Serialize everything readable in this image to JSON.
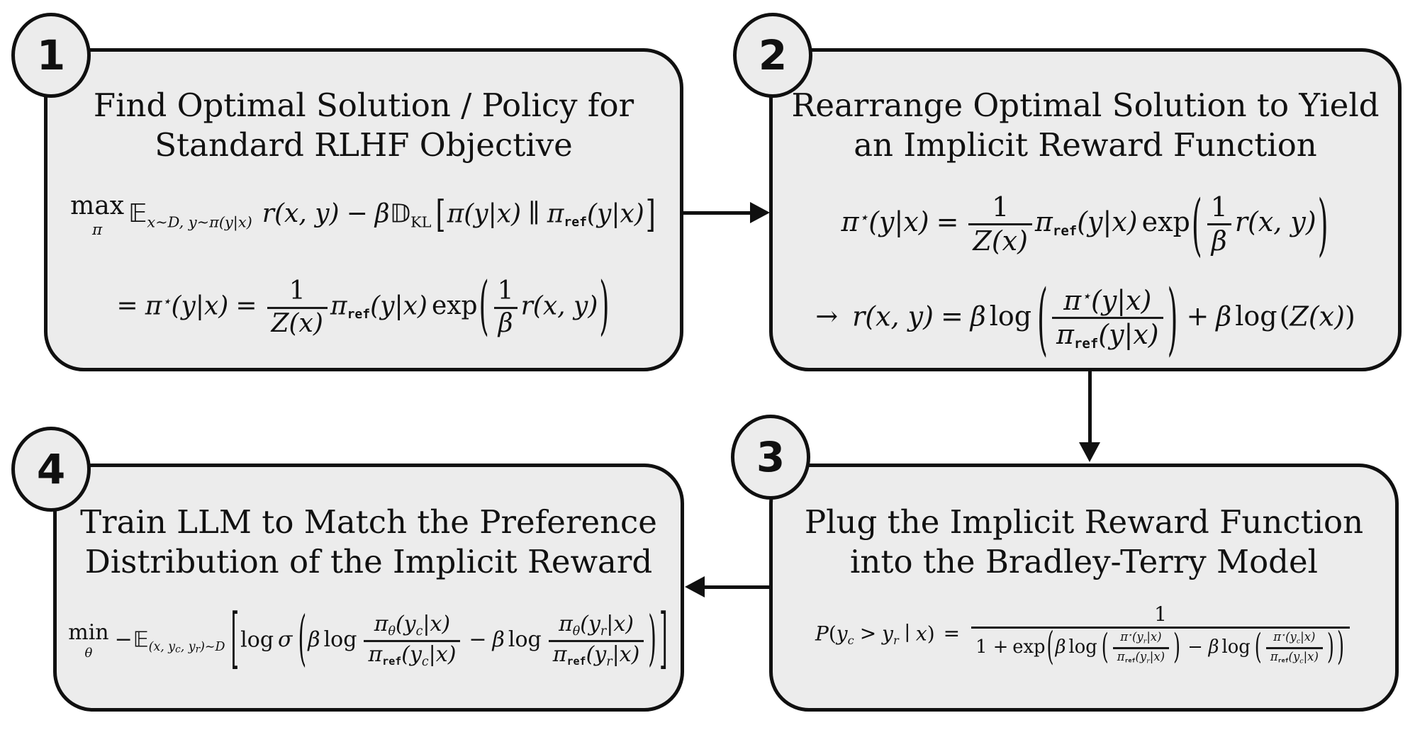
{
  "diagram": {
    "background": "#ffffff",
    "box_fill": "#ececec",
    "stroke": "#101010",
    "flow": [
      {
        "from": "1",
        "to": "2"
      },
      {
        "from": "2",
        "to": "3"
      },
      {
        "from": "3",
        "to": "4"
      }
    ]
  },
  "boxes": [
    {
      "number": "1",
      "title1": "Find Optimal Solution / Policy for",
      "title2": "Standard RLHF Objective"
    },
    {
      "number": "2",
      "title1": "Rearrange Optimal Solution to Yield",
      "title2": "an Implicit Reward Function"
    },
    {
      "number": "3",
      "title1": "Plug the Implicit Reward Function",
      "title2": "into the Bradley-Terry Model"
    },
    {
      "number": "4",
      "title1": "Train LLM to Match the Preference",
      "title2": "Distribution of the Implicit Reward"
    }
  ],
  "formulas": {
    "box1_objective": "max_π 𝔼_{x∼D, y∼π(y|x)} r(x, y) − β𝔻_KL[π(y|x) ∥ π_ref(y|x)]",
    "box1_solution": "= π⋆(y|x) = (1/Z(x)) π_ref(y|x) exp((1/β) r(x, y))",
    "box2_solution": "π⋆(y|x) = (1/Z(x)) π_ref(y|x) exp((1/β) r(x, y))",
    "box2_implicit_reward": "→ r(x, y) = β log(π⋆(y|x) / π_ref(y|x)) + β log(Z(x))",
    "box3_bradley_terry": "P(y_c > y_r ∣ x) = 1 / (1 + exp(β log(π⋆(y_r|x)/π_ref(y_r|x)) − β log(π⋆(y_c|x)/π_ref(y_c|x))))",
    "box4_dpo_loss": "min_θ −𝔼_{(x, y_c, y_r)∼D}[log σ(β log(π_θ(y_c|x)/π_ref(y_c|x)) − β log(π_θ(y_r|x)/π_ref(y_r|x)))]"
  },
  "tok": {
    "max": "max",
    "min": "min",
    "exp": "exp",
    "log": "log",
    "ref": "ref",
    "KL": "KL",
    "pi": "π",
    "beta": "β",
    "theta": "θ",
    "sigma": "σ",
    "E": "𝔼",
    "Dbb": "𝔻",
    "calD": "D",
    "one": "1",
    "one_plus": "1 +",
    "Zx": "Z(x)",
    "rxy": "r(x, y)",
    "piyx": "π(y|x)",
    "yx": "(y|x)",
    "eq": "=",
    "plus": "+",
    "minus": "−",
    "arrow": "→",
    "star": "⋆",
    "par": "∥",
    "gt": ">",
    "mid": "∣",
    "lp": "(",
    "rp": ")",
    "lb": "[",
    "rb": "]",
    "P": "P",
    "x": "x",
    "y": "y",
    "c": "c",
    "r": "r",
    "sub_x": "x∼",
    "sub_y": ", y∼π(y|x)",
    "lyp": "(y",
    "bx": "|x)",
    "b4s1": "(x, y",
    "b4s2": ", y",
    "b4s3": ")∼"
  }
}
